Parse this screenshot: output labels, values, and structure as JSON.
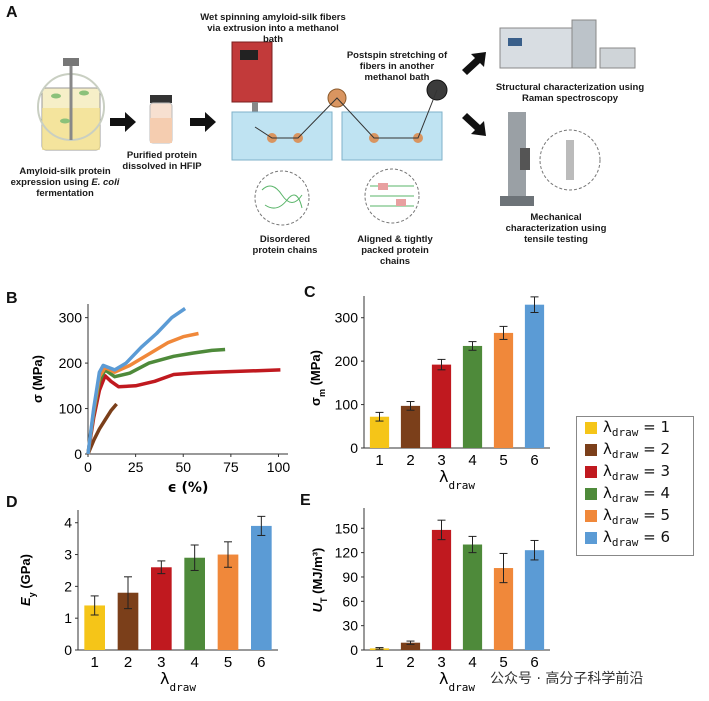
{
  "panel_labels": {
    "a": "A",
    "b": "B",
    "c": "C",
    "d": "D",
    "e": "E"
  },
  "schematic": {
    "step1": "Amyloid-silk protein expression using",
    "step1_italic": "E. coli",
    "step1_tail": "fermentation",
    "step2": "Purified protein dissolved in HFIP",
    "step3": "Wet spinning amyloid-silk fibers via extrusion into a methanol bath",
    "step4": "Postspin stretching of fibers in another methanol bath",
    "disordered": "Disordered protein chains",
    "aligned": "Aligned & tightly packed protein chains",
    "raman": "Structural characterization using Raman spectroscopy",
    "mech": "Mechanical characterization using tensile testing"
  },
  "legend": {
    "symbol": "λ",
    "sub": "draw",
    "items": [
      {
        "value": "1",
        "color": "#F5C518"
      },
      {
        "value": "2",
        "color": "#7B3F1A"
      },
      {
        "value": "3",
        "color": "#C0191F"
      },
      {
        "value": "4",
        "color": "#4E8A3A"
      },
      {
        "value": "5",
        "color": "#F0883A"
      },
      {
        "value": "6",
        "color": "#5B9BD5"
      }
    ]
  },
  "watermark": "公众号 · 高分子科学前沿",
  "chart_data": [
    {
      "panel": "B",
      "type": "line",
      "xlabel": "ϵ (%)",
      "ylabel": "σ (MPa)",
      "xlim": [
        0,
        105
      ],
      "ylim": [
        0,
        330
      ],
      "xticks": [
        "0",
        "25",
        "50",
        "75",
        "100"
      ],
      "yticks": [
        "0",
        "100",
        "200",
        "300"
      ],
      "series": [
        {
          "color": "#7B3F1A",
          "points": [
            [
              0,
              0
            ],
            [
              3,
              30
            ],
            [
              6,
              55
            ],
            [
              9,
              75
            ],
            [
              12,
              95
            ],
            [
              15,
              110
            ]
          ]
        },
        {
          "color": "#C0191F",
          "points": [
            [
              0,
              0
            ],
            [
              3,
              80
            ],
            [
              6,
              140
            ],
            [
              9,
              172
            ],
            [
              12,
              160
            ],
            [
              16,
              148
            ],
            [
              25,
              150
            ],
            [
              35,
              160
            ],
            [
              45,
              175
            ],
            [
              55,
              178
            ],
            [
              65,
              180
            ],
            [
              80,
              182
            ],
            [
              101,
              185
            ]
          ]
        },
        {
          "color": "#4E8A3A",
          "points": [
            [
              0,
              0
            ],
            [
              3,
              90
            ],
            [
              6,
              160
            ],
            [
              9,
              185
            ],
            [
              14,
              170
            ],
            [
              22,
              178
            ],
            [
              32,
              200
            ],
            [
              45,
              215
            ],
            [
              55,
              222
            ],
            [
              65,
              228
            ],
            [
              72,
              230
            ]
          ]
        },
        {
          "color": "#F0883A",
          "points": [
            [
              0,
              0
            ],
            [
              3,
              95
            ],
            [
              6,
              170
            ],
            [
              9,
              190
            ],
            [
              14,
              180
            ],
            [
              22,
              195
            ],
            [
              32,
              220
            ],
            [
              42,
              245
            ],
            [
              50,
              258
            ],
            [
              58,
              265
            ]
          ]
        },
        {
          "color": "#5B9BD5",
          "points": [
            [
              0,
              0
            ],
            [
              3,
              100
            ],
            [
              6,
              180
            ],
            [
              8,
              195
            ],
            [
              14,
              185
            ],
            [
              20,
              200
            ],
            [
              28,
              235
            ],
            [
              36,
              265
            ],
            [
              44,
              300
            ],
            [
              51,
              320
            ]
          ]
        }
      ]
    },
    {
      "panel": "C",
      "type": "bar",
      "ylabel": "σm (MPa)",
      "xlabel": "λdraw",
      "categories": [
        "1",
        "2",
        "3",
        "4",
        "5",
        "6"
      ],
      "values": [
        72,
        97,
        192,
        235,
        265,
        330
      ],
      "errors": [
        10,
        10,
        12,
        10,
        15,
        18
      ],
      "ylim": [
        0,
        350
      ],
      "yticks": [
        "0",
        "100",
        "200",
        "300"
      ]
    },
    {
      "panel": "D",
      "type": "bar",
      "ylabel": "Ey (GPa)",
      "xlabel": "λdraw",
      "categories": [
        "1",
        "2",
        "3",
        "4",
        "5",
        "6"
      ],
      "values": [
        1.4,
        1.8,
        2.6,
        2.9,
        3.0,
        3.9
      ],
      "errors": [
        0.3,
        0.5,
        0.2,
        0.4,
        0.4,
        0.3
      ],
      "ylim": [
        0,
        4.4
      ],
      "yticks": [
        "0",
        "1",
        "2",
        "3",
        "4"
      ]
    },
    {
      "panel": "E",
      "type": "bar",
      "ylabel": "UT (MJ/m3)",
      "xlabel": "λdraw",
      "categories": [
        "1",
        "2",
        "3",
        "4",
        "5",
        "6"
      ],
      "values": [
        2,
        9,
        148,
        130,
        101,
        123
      ],
      "errors": [
        1,
        2,
        12,
        10,
        18,
        12
      ],
      "ylim": [
        0,
        175
      ],
      "yticks": [
        "0",
        "30",
        "60",
        "90",
        "120",
        "150"
      ]
    }
  ]
}
